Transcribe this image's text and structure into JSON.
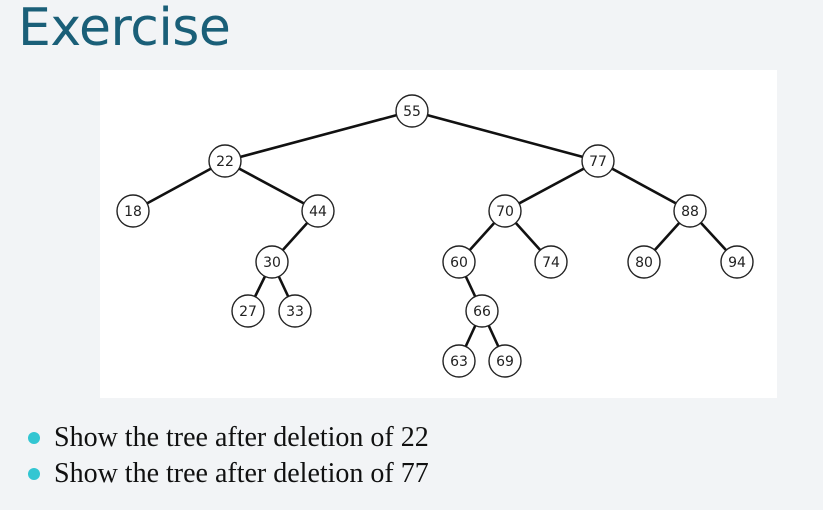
{
  "slide": {
    "title": "Exercise",
    "bullets": [
      "Show the tree after deletion of 22",
      "Show the tree after deletion of 77"
    ],
    "bullet_color": "#33c6d2",
    "title_color": "#1a5f78"
  },
  "tree": {
    "nodes": [
      "55",
      "22",
      "77",
      "18",
      "44",
      "70",
      "88",
      "30",
      "60",
      "74",
      "80",
      "94",
      "27",
      "33",
      "66",
      "63",
      "69"
    ],
    "edges": [
      [
        "55",
        "22"
      ],
      [
        "55",
        "77"
      ],
      [
        "22",
        "18"
      ],
      [
        "22",
        "44"
      ],
      [
        "77",
        "70"
      ],
      [
        "77",
        "88"
      ],
      [
        "44",
        "30"
      ],
      [
        "70",
        "60"
      ],
      [
        "70",
        "74"
      ],
      [
        "88",
        "80"
      ],
      [
        "88",
        "94"
      ],
      [
        "30",
        "27"
      ],
      [
        "30",
        "33"
      ],
      [
        "60",
        "66"
      ],
      [
        "66",
        "63"
      ],
      [
        "66",
        "69"
      ]
    ]
  }
}
